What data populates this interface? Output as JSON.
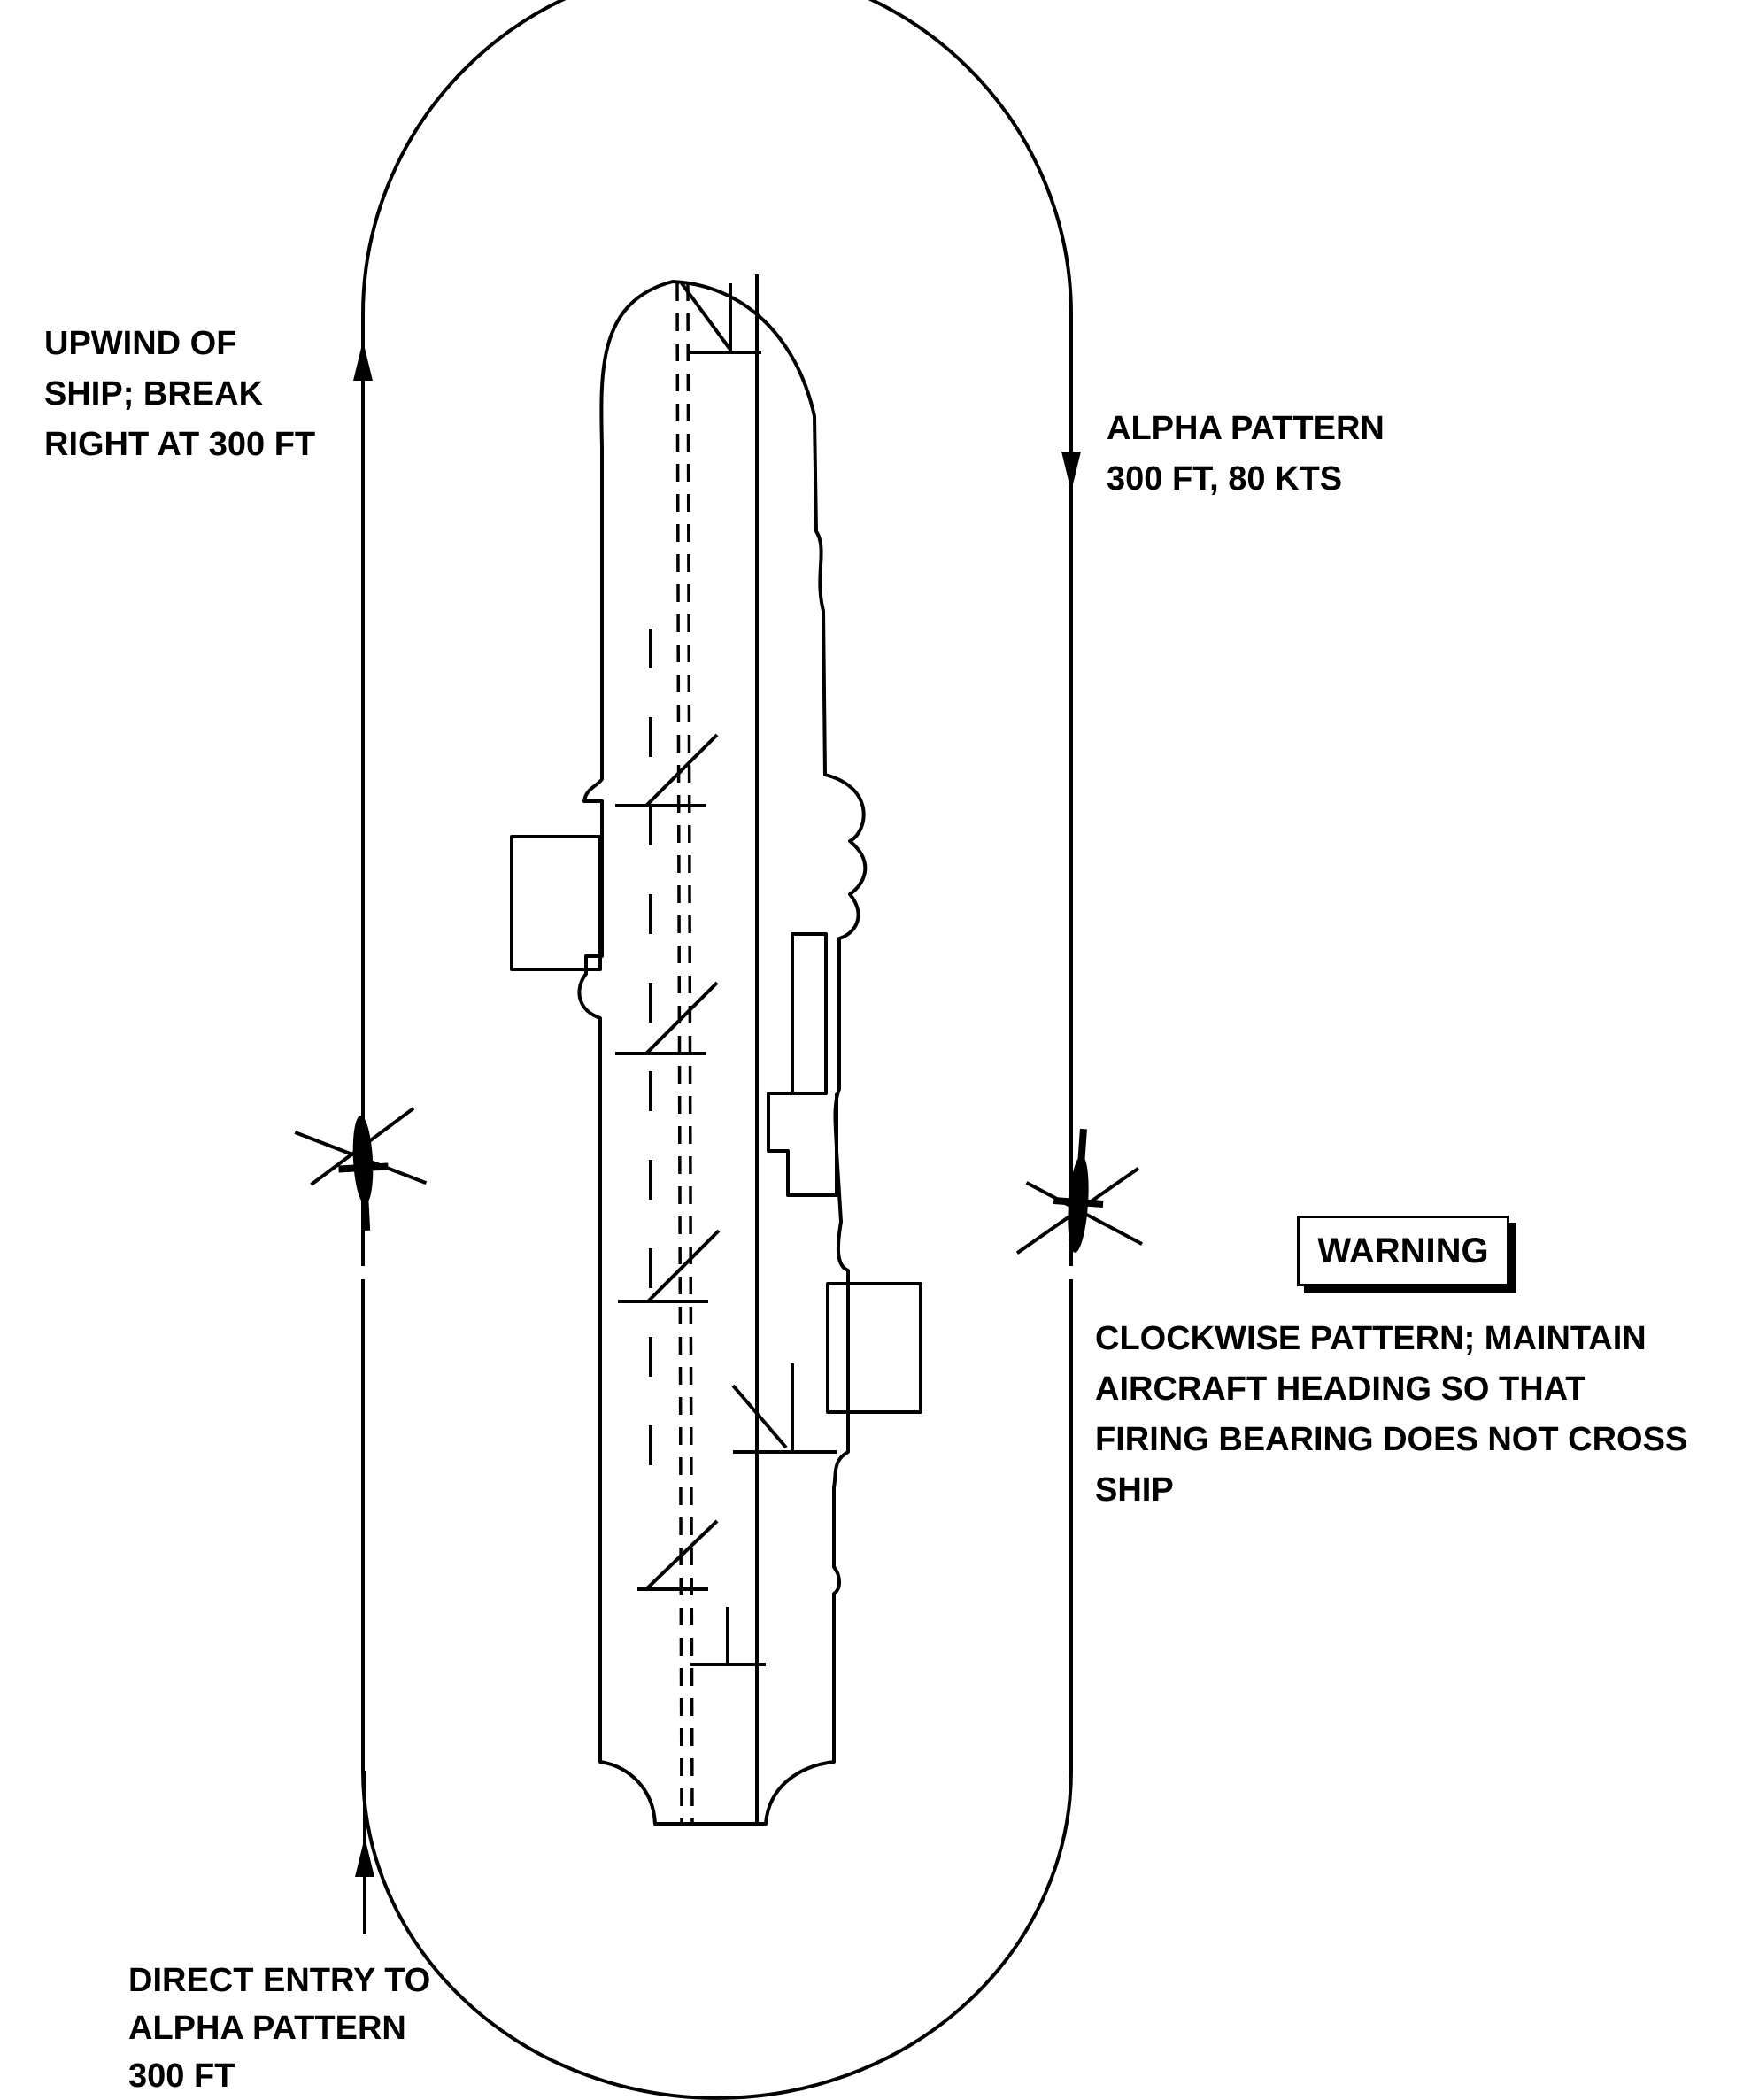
{
  "annotations": {
    "upwind": [
      "UPWIND OF",
      "SHIP;  BREAK",
      "RIGHT AT 300 FT"
    ],
    "alpha_pattern": [
      "ALPHA PATTERN",
      "300 FT, 80 KTS"
    ],
    "direct_entry": [
      "DIRECT ENTRY TO",
      "ALPHA PATTERN",
      "300 FT"
    ],
    "warning_label": "WARNING",
    "warning_text": [
      "CLOCKWISE PATTERN; MAINTAIN",
      "AIRCRAFT HEADING SO THAT",
      "FIRING BEARING DOES NOT CROSS",
      "SHIP"
    ]
  },
  "colors": {
    "line": "#000000",
    "background": "#ffffff"
  },
  "icons": [
    "aircraft-carrier-icon",
    "helicopter-icon",
    "arrow-up-icon",
    "arrow-down-icon"
  ]
}
